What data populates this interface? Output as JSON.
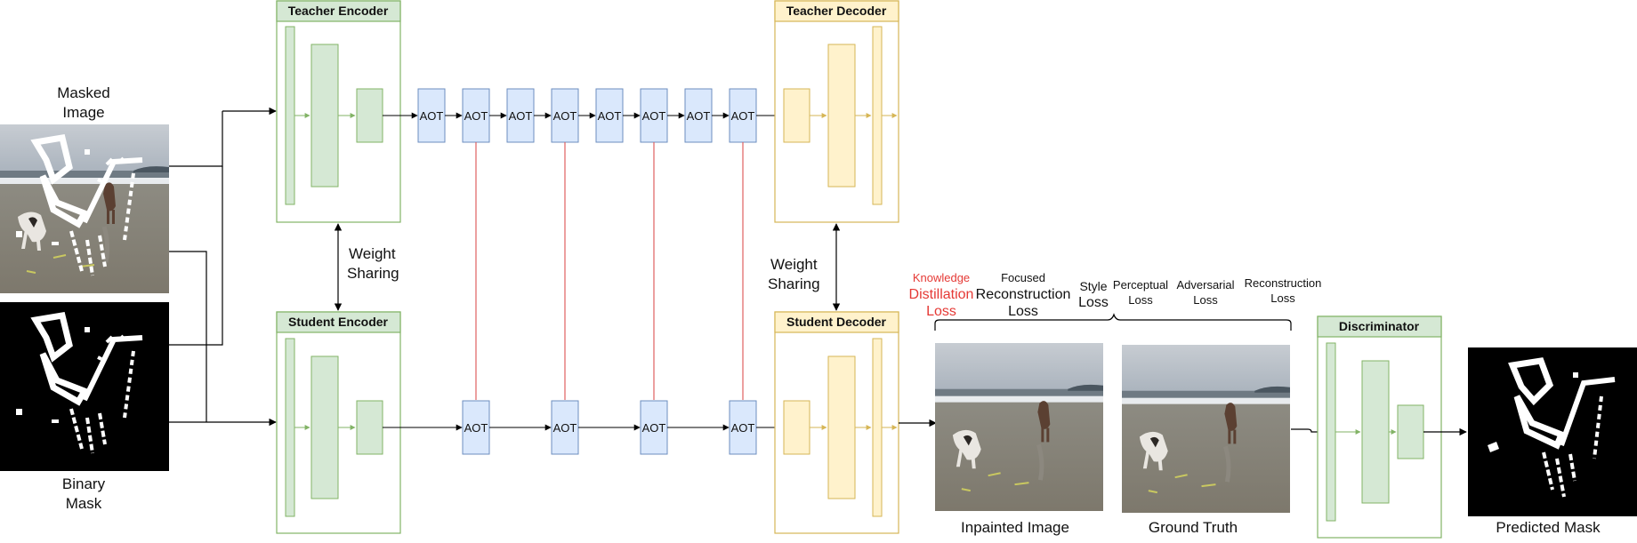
{
  "labels": {
    "masked_image": [
      "Masked",
      "Image"
    ],
    "binary_mask": [
      "Binary",
      "Mask"
    ],
    "teacher_encoder": "Teacher Encoder",
    "student_encoder": "Student Encoder",
    "teacher_decoder": "Teacher Decoder",
    "student_decoder": "Student Decoder",
    "discriminator": "Discriminator",
    "weight_sharing": [
      "Weight",
      "Sharing"
    ],
    "aot": "AOT",
    "inpainted_image": "Inpainted Image",
    "ground_truth": "Ground Truth",
    "predicted_mask": "Predicted Mask"
  },
  "losses": [
    {
      "lines": [
        "Knowledge",
        "Distillation",
        "Loss"
      ],
      "highlight": true
    },
    {
      "lines": [
        "Focused",
        "Reconstruction",
        "Loss"
      ],
      "highlight": false
    },
    {
      "lines": [
        "Style",
        "Loss"
      ],
      "highlight": false
    },
    {
      "lines": [
        "Perceptual",
        "Loss"
      ],
      "highlight": false
    },
    {
      "lines": [
        "Adversarial",
        "Loss"
      ],
      "highlight": false
    },
    {
      "lines": [
        "Reconstruction",
        "Loss"
      ],
      "highlight": false
    }
  ],
  "colors": {
    "encoder_stroke": "#82b366",
    "encoder_fill": "#d5e8d4",
    "decoder_stroke": "#d6b656",
    "decoder_fill": "#fff2cc",
    "aot_stroke": "#6c8ebf",
    "aot_fill": "#dae8fc",
    "distill_line": "#e06060",
    "highlight_text": "#e53935"
  }
}
